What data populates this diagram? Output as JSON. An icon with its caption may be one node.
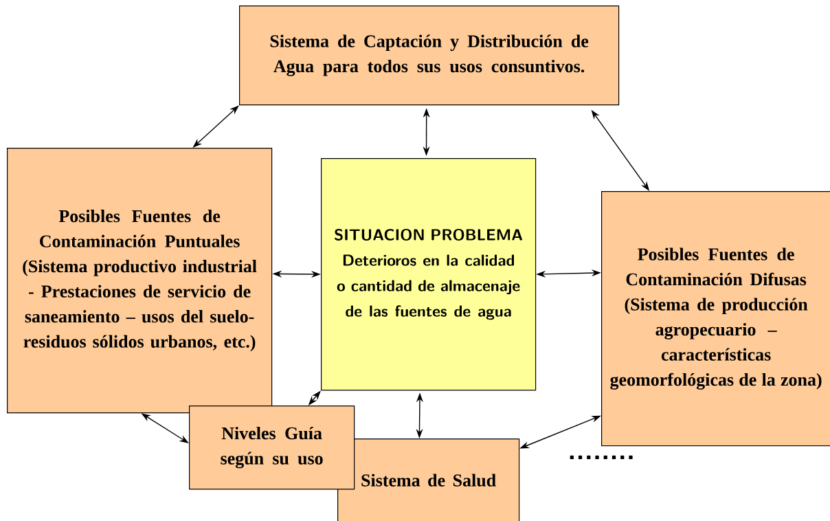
{
  "diagram": {
    "nodes": [
      {
        "text": [
          "Sistema de Captación y Distribución de Agua para todos sus usos consuntivos."
        ]
      },
      {
        "text": [
          "Posibles Fuentes de Contaminación Puntuales",
          "(Sistema productivo industrial - Prestaciones de servicio de saneamiento – usos del suelo- residuos sólidos urbanos, etc.)"
        ]
      },
      {
        "text": [
          "SITUACION PROBLEMA",
          "Deterioros en la calidad o cantidad de almacenaje de las fuentes de agua"
        ]
      },
      {
        "text": [
          "Posibles Fuentes de Contaminación Difusas",
          "(Sistema de producción agropecuario – características geomorfológicas de la zona)"
        ]
      },
      {
        "text": [
          "Niveles Guía según su uso"
        ]
      },
      {
        "text": [
          "Sistema de Salud"
        ]
      }
    ],
    "edges": [
      {
        "from": 0,
        "to": 1,
        "arrow": "both"
      },
      {
        "from": 0,
        "to": 2,
        "arrow": "both"
      },
      {
        "from": 0,
        "to": 3,
        "arrow": "both"
      },
      {
        "from": 1,
        "to": 2,
        "arrow": "both"
      },
      {
        "from": 2,
        "to": 3,
        "arrow": "both"
      },
      {
        "from": 2,
        "to": 4,
        "arrow": "both"
      },
      {
        "from": 2,
        "to": 5,
        "arrow": "both"
      },
      {
        "from": 1,
        "to": 4,
        "arrow": "both"
      },
      {
        "from": 3,
        "to": 5,
        "arrow": "both"
      }
    ],
    "labels": [
      "........"
    ]
  }
}
